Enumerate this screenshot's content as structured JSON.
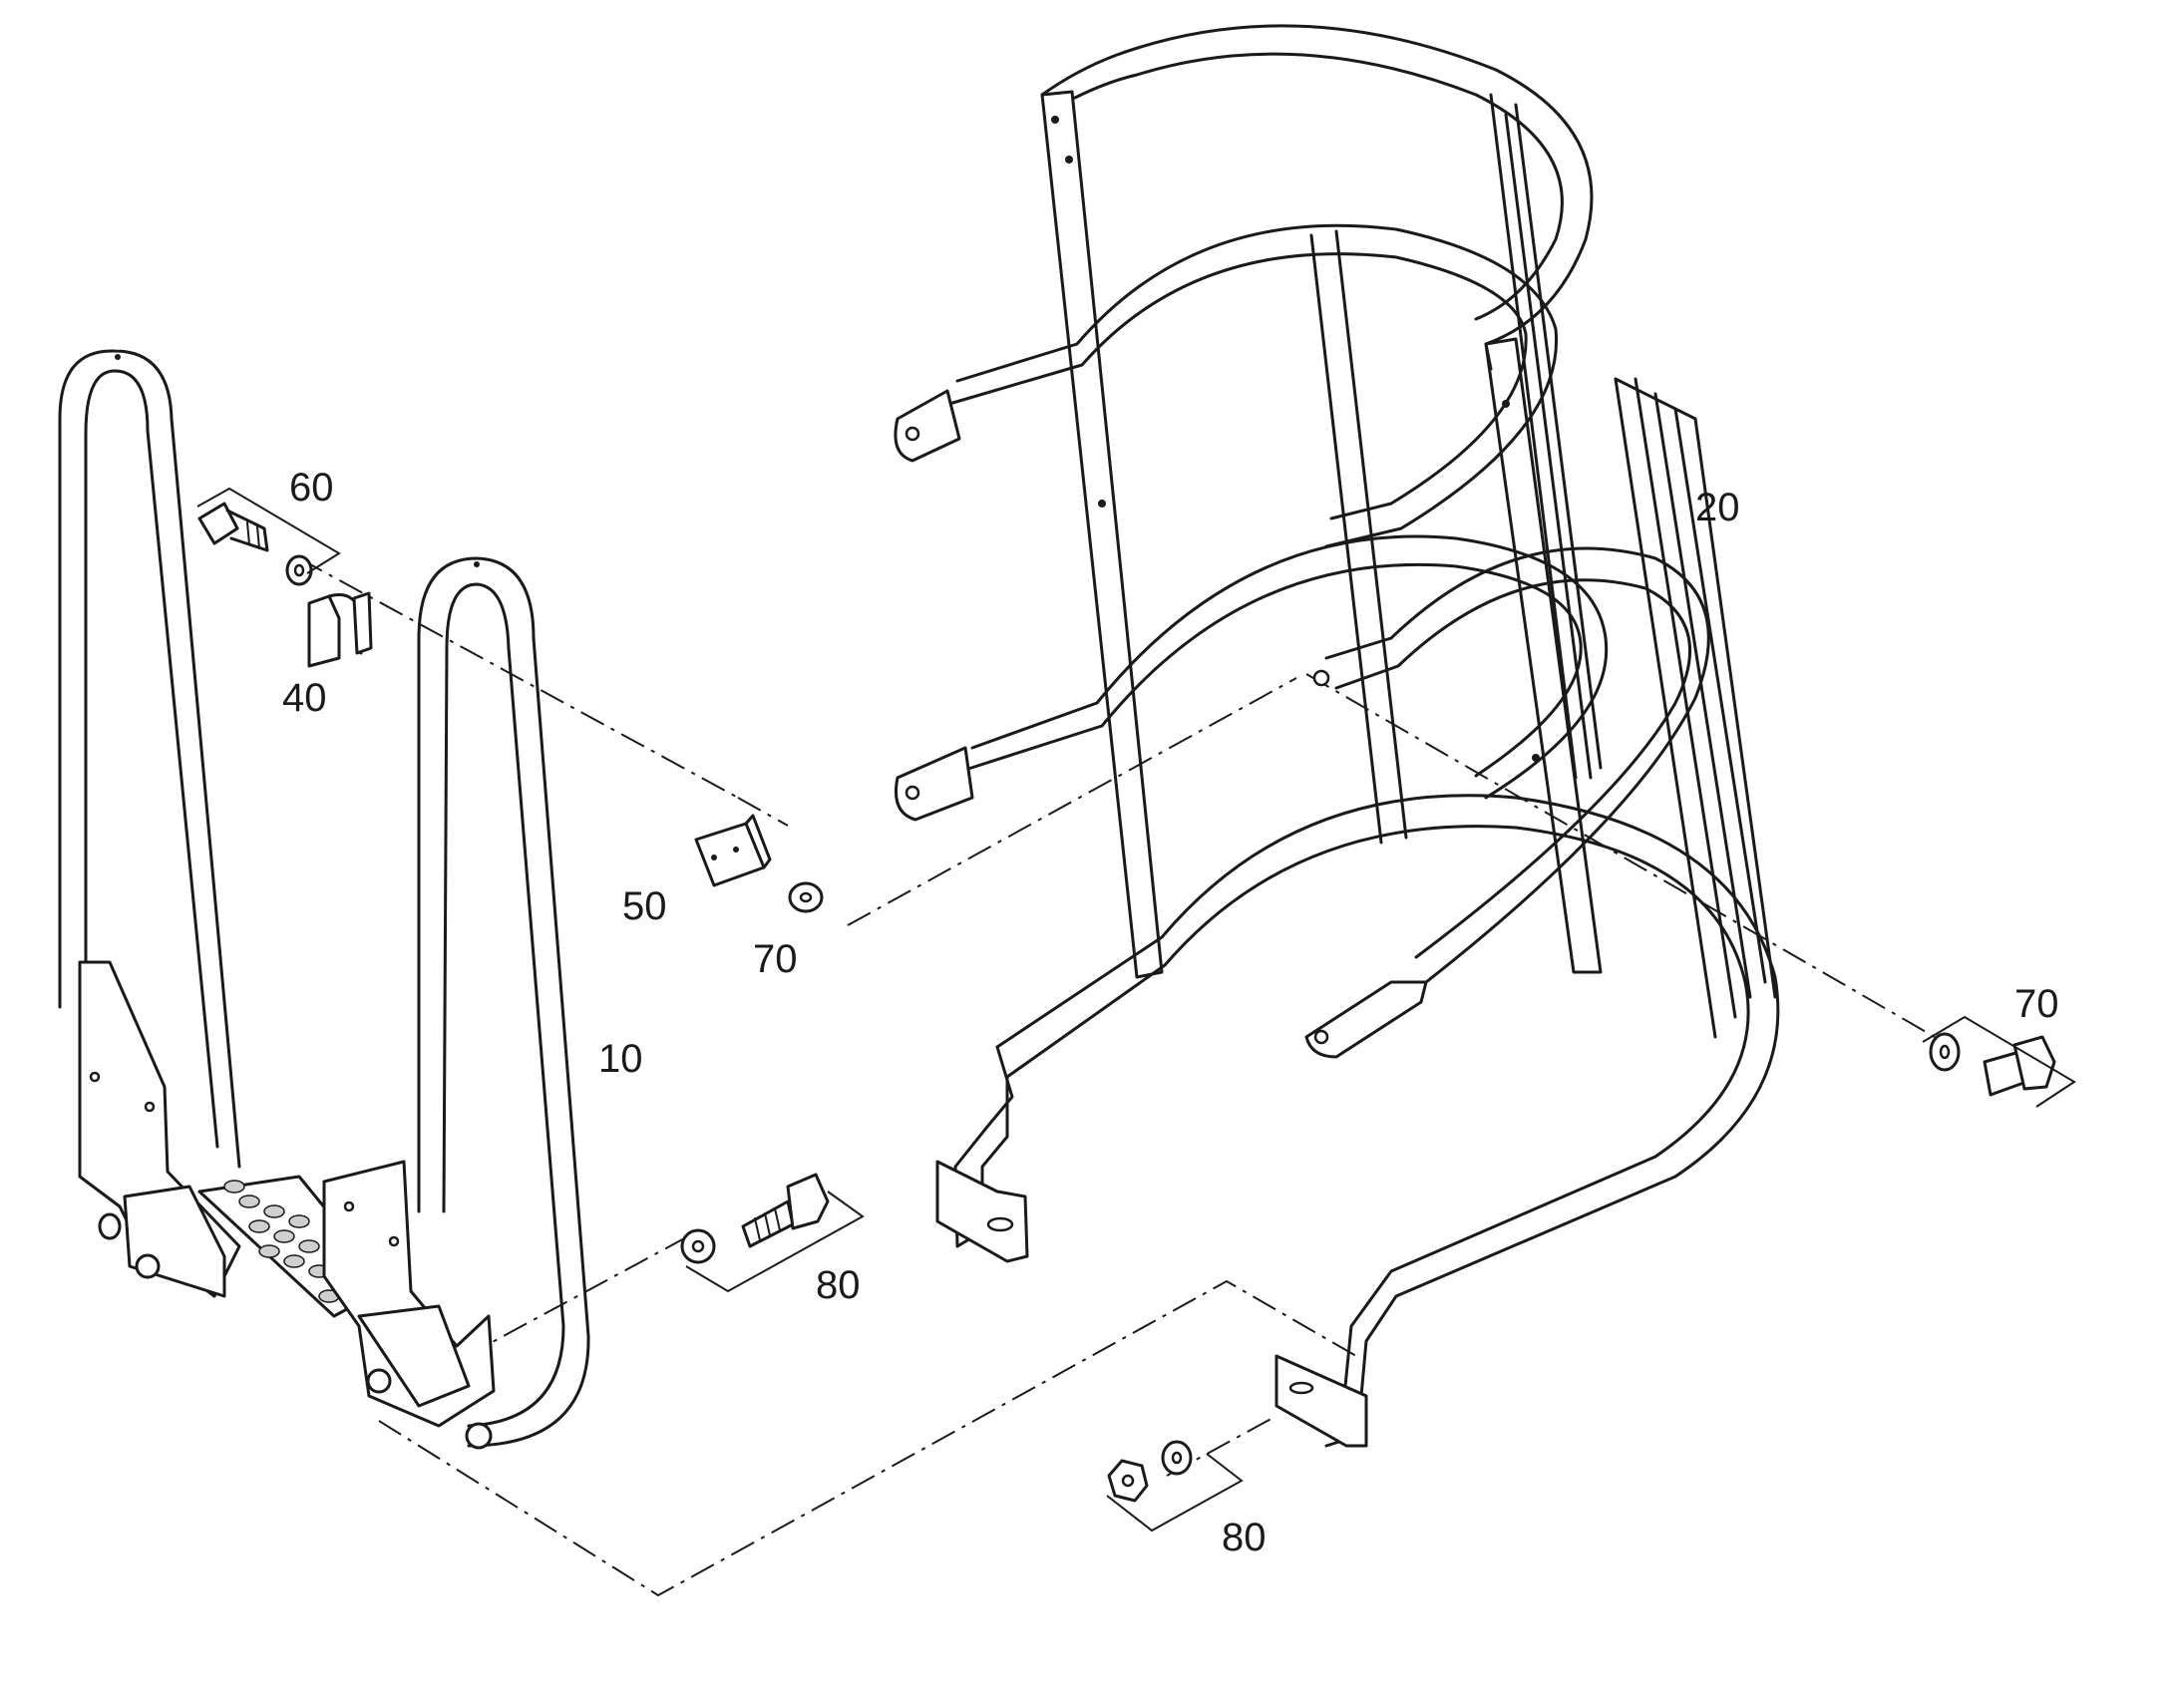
{
  "diagram": {
    "type": "exploded-parts-drawing",
    "callouts": [
      {
        "id": "callout-60",
        "label": "60"
      },
      {
        "id": "callout-40",
        "label": "40"
      },
      {
        "id": "callout-50",
        "label": "50"
      },
      {
        "id": "callout-70-left",
        "label": "70"
      },
      {
        "id": "callout-10",
        "label": "10"
      },
      {
        "id": "callout-80-left",
        "label": "80"
      },
      {
        "id": "callout-20",
        "label": "20"
      },
      {
        "id": "callout-70-right",
        "label": "70"
      },
      {
        "id": "callout-80-right",
        "label": "80"
      }
    ],
    "parts": [
      {
        "name": "step-ladder-frame",
        "callout": "10"
      },
      {
        "name": "safety-cage",
        "callout": "20"
      },
      {
        "name": "clamp-bracket",
        "callout": "40"
      },
      {
        "name": "clamp-plate",
        "callout": "50"
      },
      {
        "name": "bolt-long",
        "callout": "60"
      },
      {
        "name": "washer",
        "callout": "70"
      },
      {
        "name": "bolt-nut-washer-set",
        "callout": "80"
      }
    ]
  }
}
